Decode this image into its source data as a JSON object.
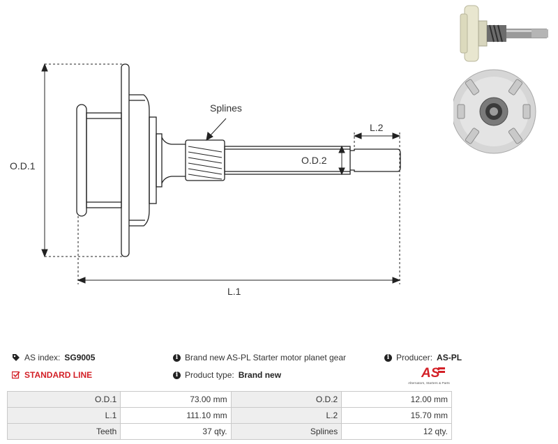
{
  "diagram": {
    "labels": {
      "od1": "O.D.1",
      "od2": "O.D.2",
      "l1": "L.1",
      "l2": "L.2",
      "splines": "Splines"
    }
  },
  "info": {
    "as_index_label": "AS index:",
    "as_index_value": "SG9005",
    "description": "Brand new AS-PL Starter motor planet gear",
    "producer_label": "Producer:",
    "producer_value": "AS-PL",
    "line": "STANDARD LINE",
    "product_type_label": "Product type:",
    "product_type_value": "Brand new",
    "logo_text": "AS",
    "logo_tagline": "Alternators, Starters & Parts"
  },
  "specs": [
    {
      "k1": "O.D.1",
      "v1": "73.00 mm",
      "k2": "O.D.2",
      "v2": "12.00 mm"
    },
    {
      "k1": "L.1",
      "v1": "111.10 mm",
      "k2": "L.2",
      "v2": "15.70 mm"
    },
    {
      "k1": "Teeth",
      "v1": "37 qty.",
      "k2": "Splines",
      "v2": "12 qty."
    }
  ],
  "colors": {
    "accent": "#d32027",
    "line": "#222222"
  }
}
